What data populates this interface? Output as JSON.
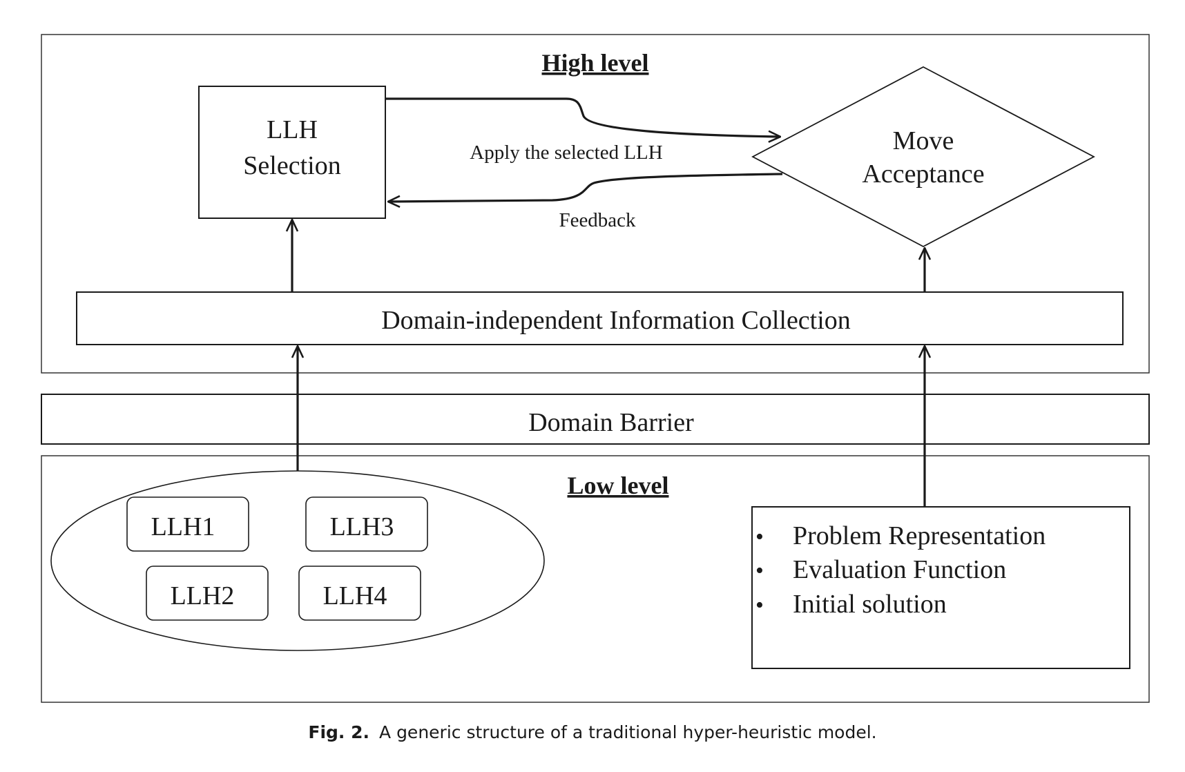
{
  "high_level": {
    "title": "High level",
    "llh_selection": {
      "line1": "LLH",
      "line2": "Selection"
    },
    "move_acceptance": {
      "line1": "Move",
      "line2": "Acceptance"
    },
    "apply_label": "Apply the selected LLH",
    "feedback_label": "Feedback",
    "info_collection": "Domain-independent Information Collection"
  },
  "domain_barrier": "Domain Barrier",
  "low_level": {
    "title": "Low level",
    "heuristics": [
      "LLH1",
      "LLH3",
      "LLH2",
      "LLH4"
    ],
    "bullet_symbol": "•",
    "domain_items": [
      "Problem Representation",
      "Evaluation Function",
      "Initial solution"
    ]
  },
  "caption": {
    "label": "Fig. 2.",
    "text": "A generic structure of a traditional hyper-heuristic model."
  }
}
